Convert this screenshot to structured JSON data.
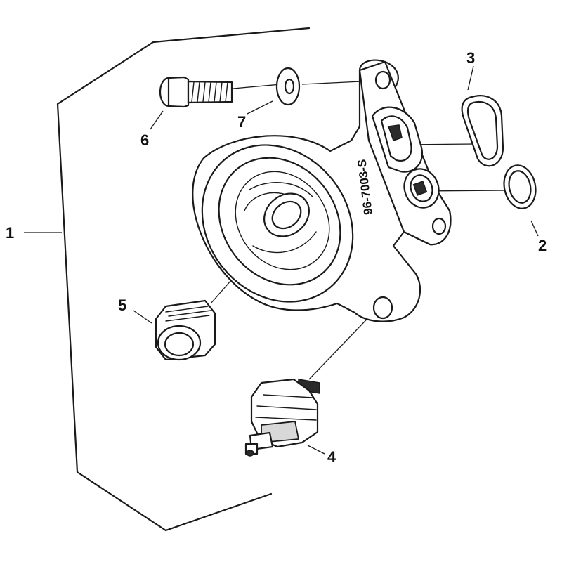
{
  "diagram": {
    "callouts": {
      "c1": "1",
      "c2": "2",
      "c3": "3",
      "c4": "4",
      "c5": "5",
      "c6": "6",
      "c7": "7"
    },
    "part_stamp": "96-7003-S"
  }
}
